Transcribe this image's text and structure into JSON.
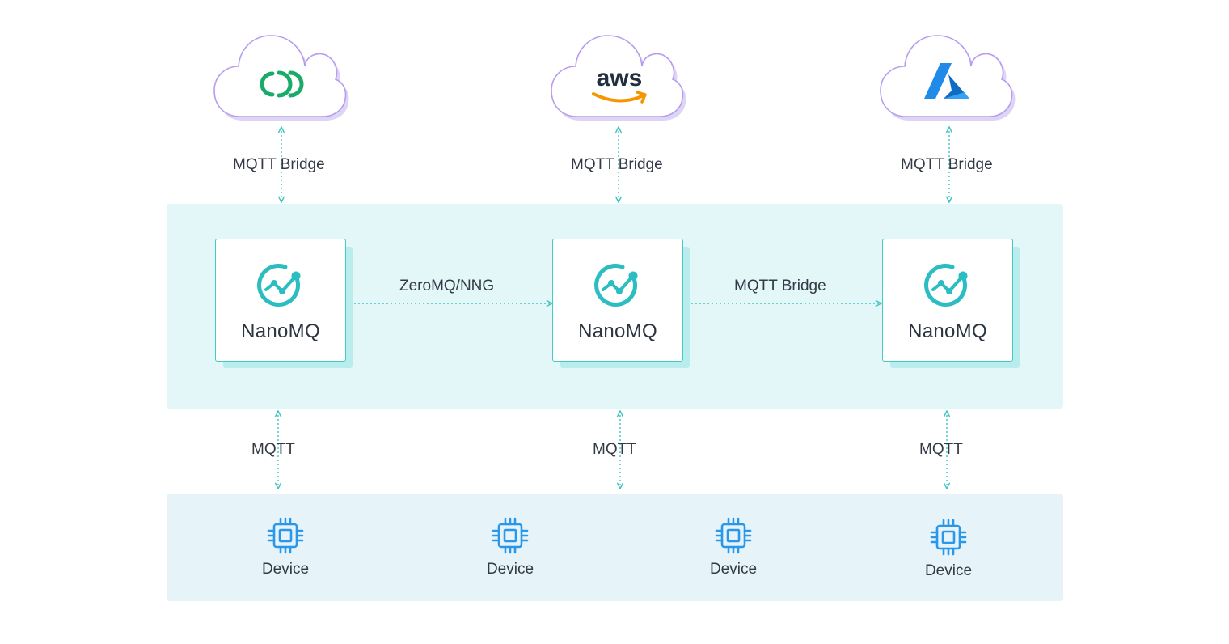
{
  "clouds": [
    {
      "name": "emqx-cloud",
      "logo": "emqx-logo-icon",
      "color": "#1aab6a"
    },
    {
      "name": "aws-cloud",
      "logo": "aws-logo-icon",
      "text": "aws",
      "color": "#232f3e",
      "accent": "#f79400"
    },
    {
      "name": "azure-cloud",
      "logo": "azure-logo-icon",
      "color": "#1f8ae8"
    }
  ],
  "bridge_labels": [
    "MQTT Bridge",
    "MQTT Bridge",
    "MQTT Bridge"
  ],
  "nodes": [
    {
      "label": "NanoMQ",
      "logo": "nanomq-logo-icon"
    },
    {
      "label": "NanoMQ",
      "logo": "nanomq-logo-icon"
    },
    {
      "label": "NanoMQ",
      "logo": "nanomq-logo-icon"
    }
  ],
  "links": [
    {
      "label": "ZeroMQ/NNG"
    },
    {
      "label": "MQTT Bridge"
    }
  ],
  "mqtt_labels": [
    "MQTT",
    "MQTT",
    "MQTT"
  ],
  "devices": [
    {
      "label": "Device",
      "icon": "chip-icon"
    },
    {
      "label": "Device",
      "icon": "chip-icon"
    },
    {
      "label": "Device",
      "icon": "chip-icon"
    },
    {
      "label": "Device",
      "icon": "chip-icon"
    }
  ],
  "colors": {
    "teal": "#2bbdc1",
    "connector": "#3cc5c0",
    "nano_band": "#e3f7f8",
    "device_band": "#e6f4fa",
    "cloud_stroke": "#b79cf0",
    "chip": "#2b97e8"
  }
}
